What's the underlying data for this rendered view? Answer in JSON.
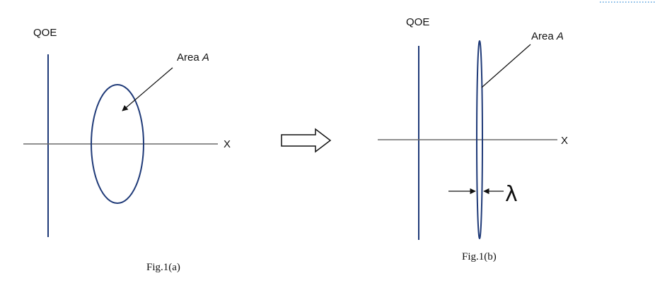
{
  "colors": {
    "ellipse_stroke": "#1f3a78",
    "qoe_axis": "#1f3a78",
    "x_axis": "#6b6b6b",
    "text": "#111111",
    "decorative_dots": "#7fb7e6"
  },
  "fig_a": {
    "y_axis_label": "QOE",
    "x_axis_label": "X",
    "area_label_prefix": "Area ",
    "area_label_var": "A",
    "caption": "Fig.1(a)"
  },
  "fig_b": {
    "y_axis_label": "QOE",
    "x_axis_label": "X",
    "area_label_prefix": "Area ",
    "area_label_var": "A",
    "width_symbol": "λ",
    "caption": "Fig.1(b)"
  },
  "transition": {
    "icon": "right-arrow-icon"
  }
}
